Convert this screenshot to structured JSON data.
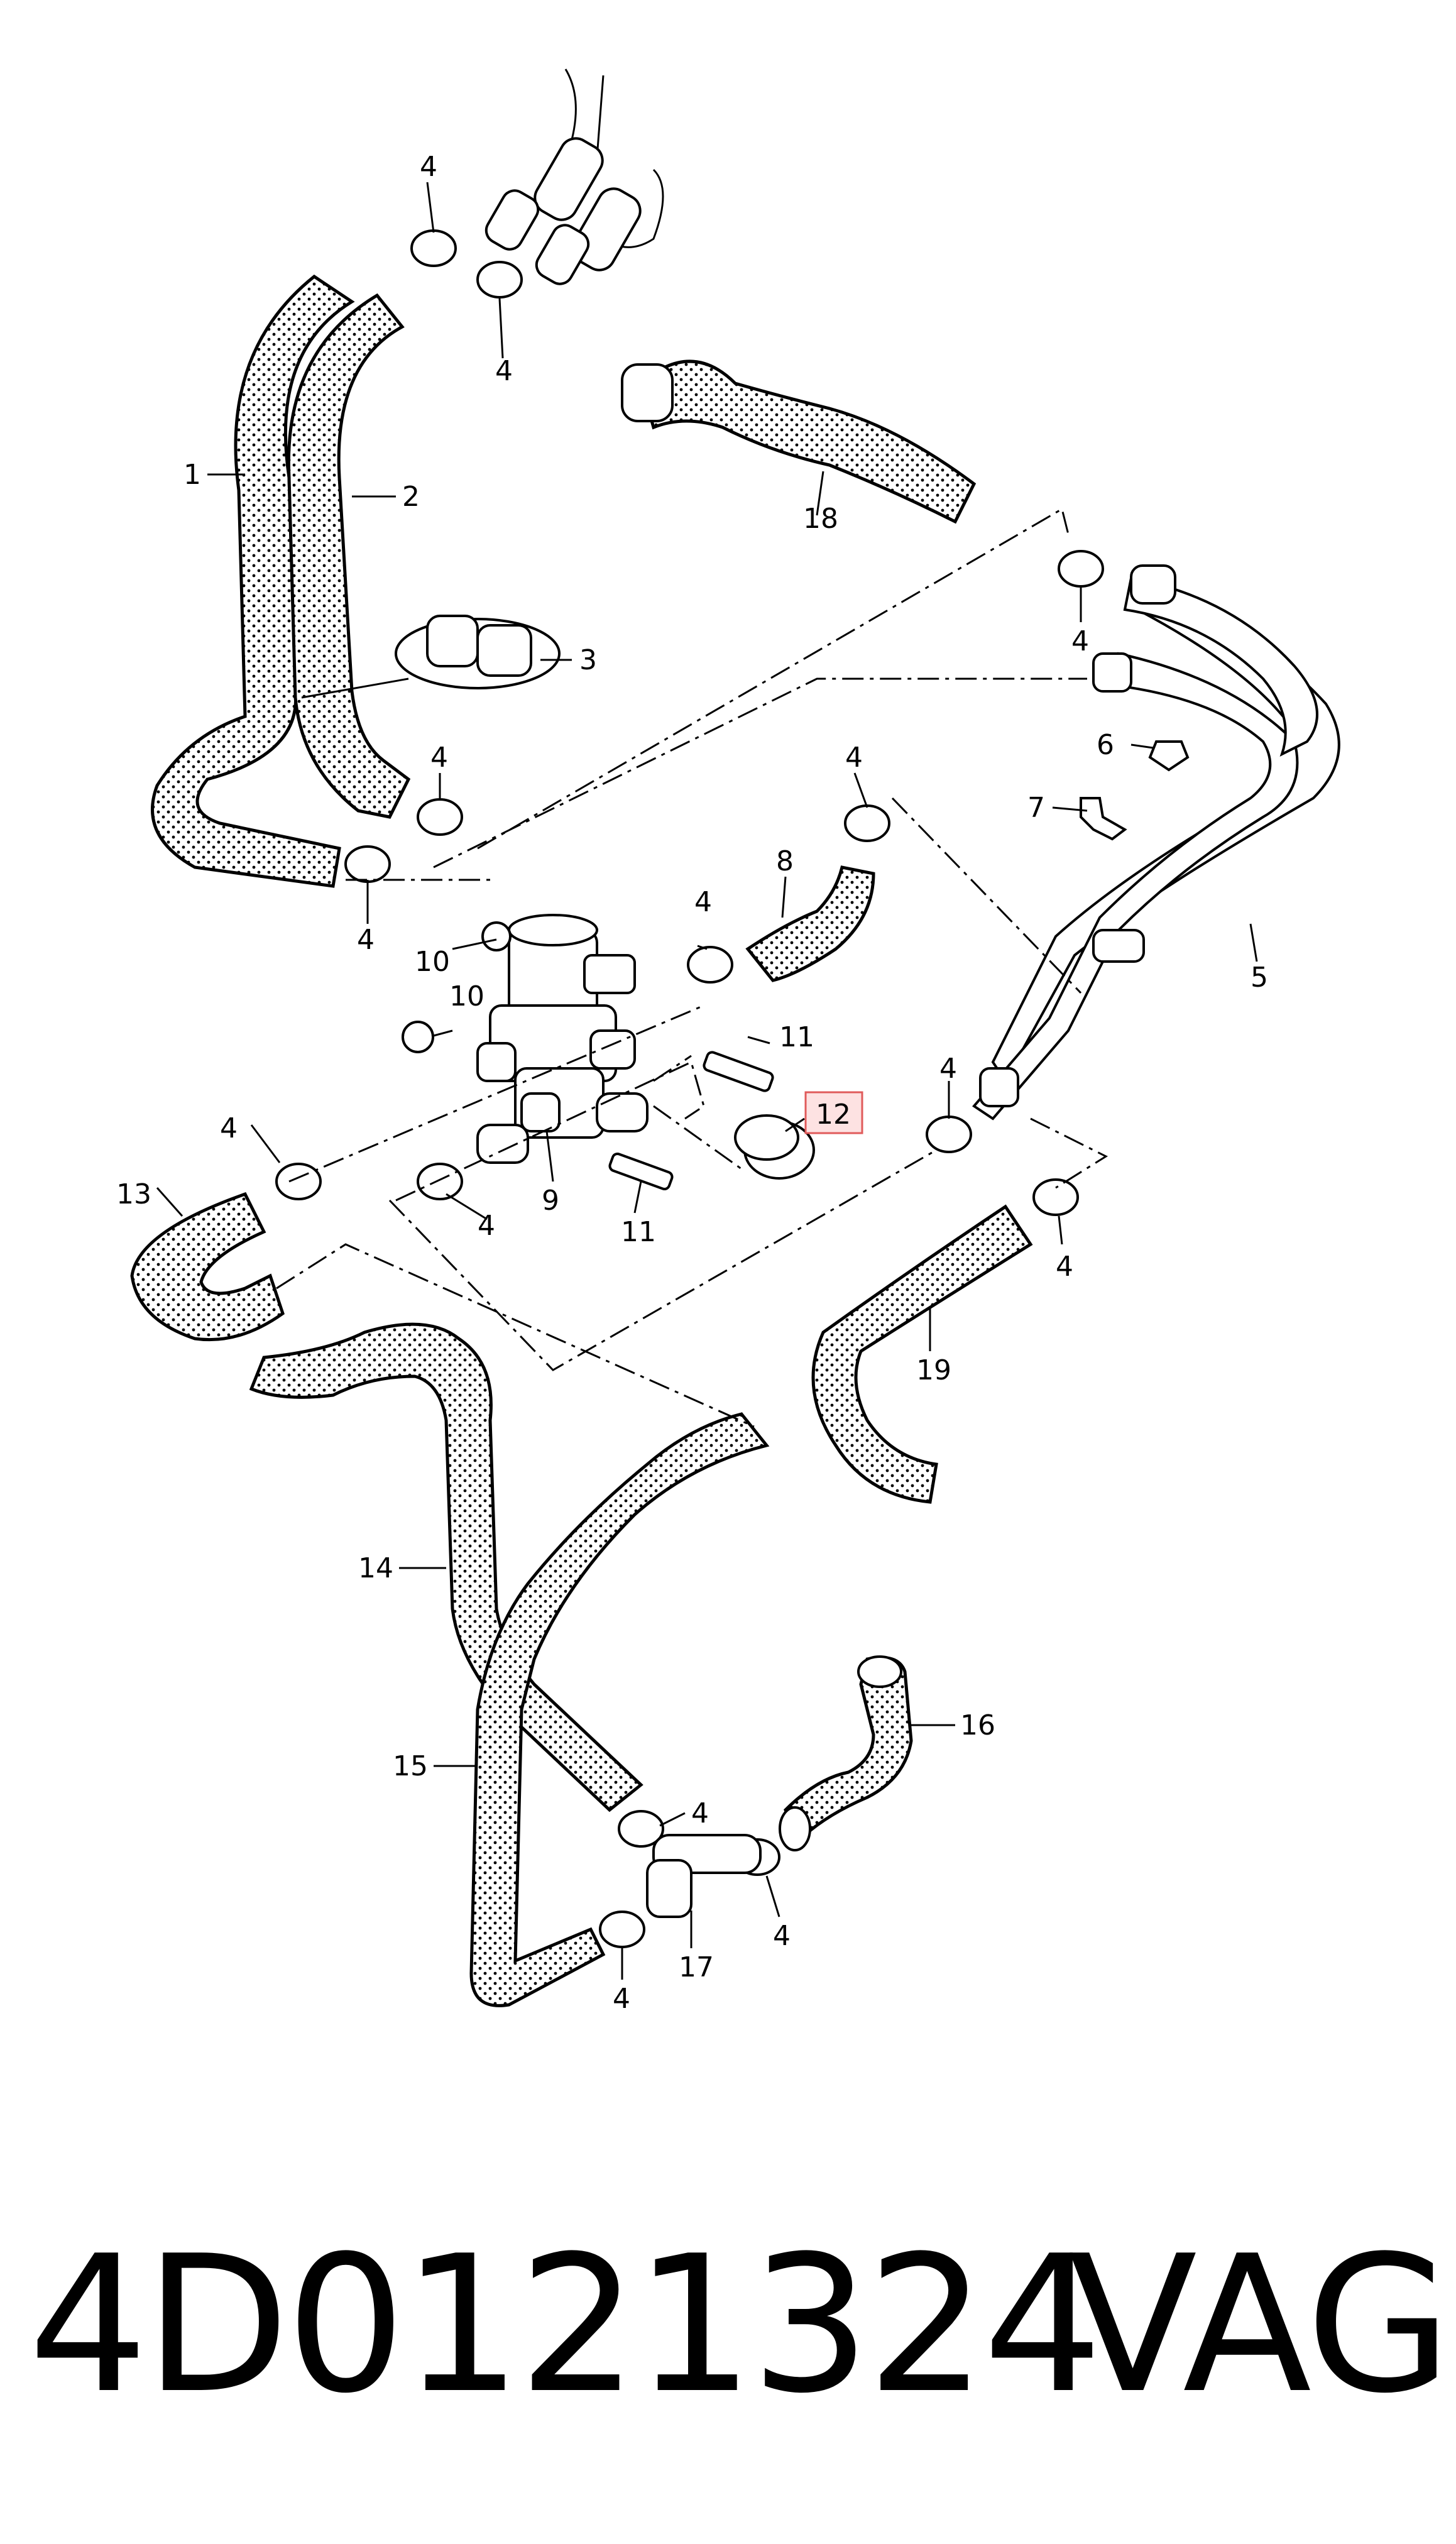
{
  "callouts": {
    "c1": "1",
    "c2": "2",
    "c3": "3",
    "c4": "4",
    "c5": "5",
    "c6": "6",
    "c7": "7",
    "c8": "8",
    "c9": "9",
    "c10": "10",
    "c11": "11",
    "c12": "12",
    "c13": "13",
    "c14": "14",
    "c15": "15",
    "c16": "16",
    "c17": "17",
    "c18": "18",
    "c19": "19"
  },
  "footer": {
    "part_number": "4D0121324",
    "brand": "VAG"
  },
  "colors": {
    "line": "#000000",
    "highlight_fill": "#fde2e2",
    "highlight_border": "#e05a5a",
    "background": "#ffffff"
  }
}
